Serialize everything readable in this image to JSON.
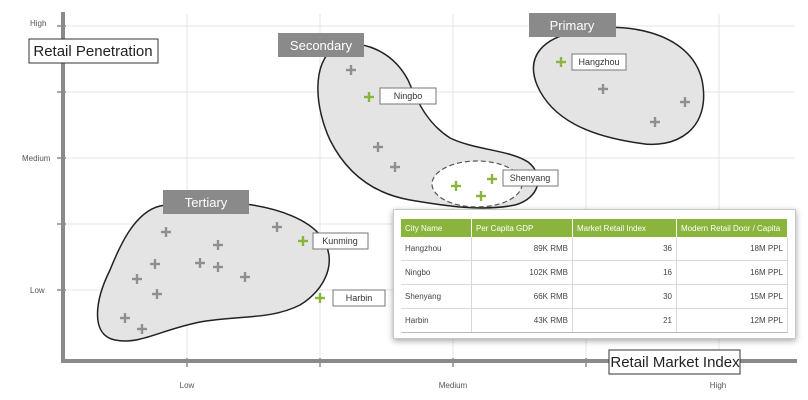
{
  "chart_data": {
    "type": "scatter",
    "title": "",
    "xlabel": "Retail Market Index",
    "ylabel": "Retail Penetration",
    "x_ticks": [
      "Low",
      "Medium",
      "High"
    ],
    "y_ticks": [
      "High",
      "Medium",
      "Low"
    ],
    "grid": true,
    "clusters": [
      {
        "name": "Primary",
        "color": "#8a8a8a"
      },
      {
        "name": "Secondary",
        "color": "#8a8a8a"
      },
      {
        "name": "Tertiary",
        "color": "#8a8a8a"
      }
    ],
    "labeled_cities": [
      "Hangzhou",
      "Ningbo",
      "Shenyang",
      "Kunming",
      "Harbin"
    ],
    "table": {
      "headers": [
        "City Name",
        "Per Capita GDP",
        "Market Retail Index",
        "Modern Retail Door / Capita"
      ],
      "rows": [
        [
          "Hangzhou",
          "89K RMB",
          "36",
          "18M PPL"
        ],
        [
          "Ningbo",
          "102K RMB",
          "16",
          "16M PPL"
        ],
        [
          "Shenyang",
          "66K RMB",
          "30",
          "15M PPL"
        ],
        [
          "Harbin",
          "43K RMB",
          "21",
          "12M PPL"
        ]
      ]
    }
  },
  "colors": {
    "accent": "#8ab43c",
    "marker_gray": "#8f8f8f",
    "cluster_fill": "#e4e4e4",
    "label_bg": "#8a8a8a"
  }
}
